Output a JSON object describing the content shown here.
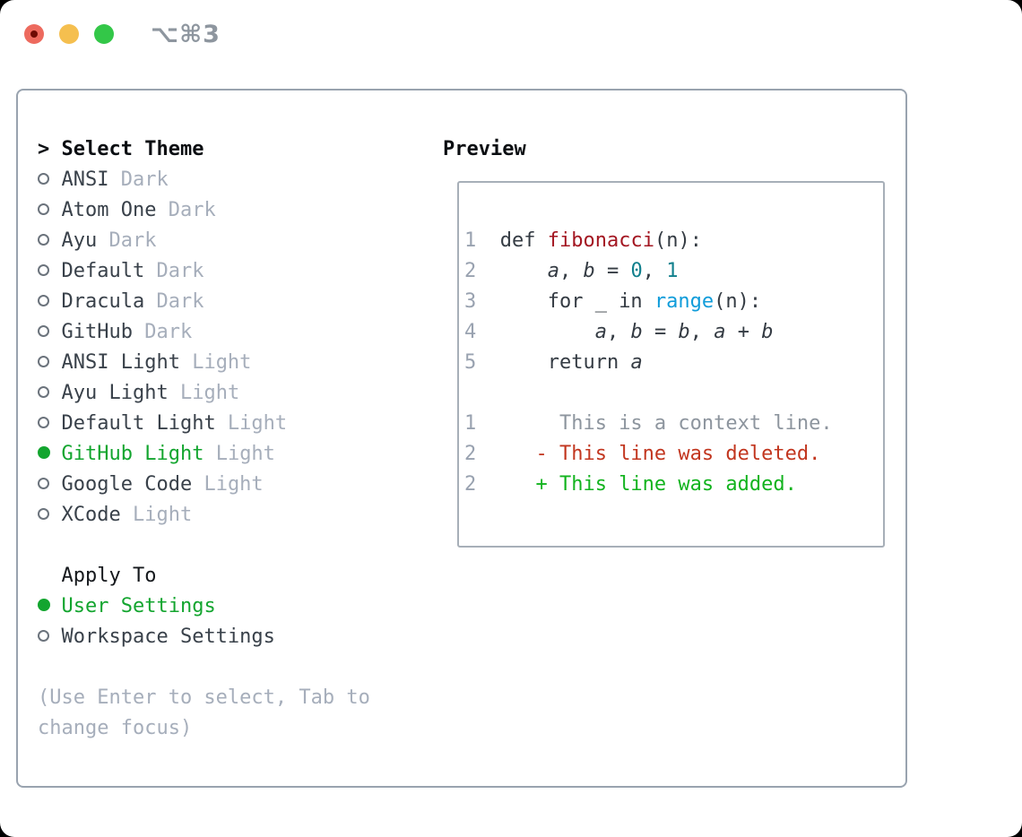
{
  "window": {
    "title": "⌥⌘3",
    "buttons": [
      {
        "name": "close",
        "color": "#ed6a5e"
      },
      {
        "name": "minimize",
        "color": "#f5bf4f"
      },
      {
        "name": "zoom",
        "color": "#33c748"
      }
    ]
  },
  "left": {
    "header": {
      "marker": ">",
      "label": "Select Theme"
    },
    "themes": [
      {
        "name": "ANSI",
        "variant": "Dark",
        "selected": false
      },
      {
        "name": "Atom One",
        "variant": "Dark",
        "selected": false
      },
      {
        "name": "Ayu",
        "variant": "Dark",
        "selected": false
      },
      {
        "name": "Default",
        "variant": "Dark",
        "selected": false
      },
      {
        "name": "Dracula",
        "variant": "Dark",
        "selected": false
      },
      {
        "name": "GitHub",
        "variant": "Dark",
        "selected": false
      },
      {
        "name": "ANSI Light",
        "variant": "Light",
        "selected": false
      },
      {
        "name": "Ayu Light",
        "variant": "Light",
        "selected": false
      },
      {
        "name": "Default Light",
        "variant": "Light",
        "selected": false
      },
      {
        "name": "GitHub Light",
        "variant": "Light",
        "selected": true
      },
      {
        "name": "Google Code",
        "variant": "Light",
        "selected": false
      },
      {
        "name": "XCode",
        "variant": "Light",
        "selected": false
      }
    ],
    "apply_to": {
      "label": "Apply To",
      "options": [
        {
          "name": "User Settings",
          "selected": true
        },
        {
          "name": "Workspace Settings",
          "selected": false
        }
      ]
    },
    "hint_lines": [
      "(Use Enter to select, Tab to",
      "change focus)"
    ]
  },
  "preview": {
    "label": "Preview",
    "lines": [
      {
        "kind": "code",
        "num": "1",
        "segs": [
          [
            "  def ",
            "plain"
          ],
          [
            "fibonacci",
            "function"
          ],
          [
            "(n):",
            "plain"
          ]
        ]
      },
      {
        "kind": "code",
        "num": "2",
        "segs": [
          [
            "      ",
            "plain"
          ],
          [
            "a",
            "variable"
          ],
          [
            ", ",
            "plain"
          ],
          [
            "b",
            "variable"
          ],
          [
            " = ",
            "plain"
          ],
          [
            "0",
            "number"
          ],
          [
            ", ",
            "plain"
          ],
          [
            "1",
            "number"
          ]
        ]
      },
      {
        "kind": "code",
        "num": "3",
        "segs": [
          [
            "      for _ in ",
            "plain"
          ],
          [
            "range",
            "builtin"
          ],
          [
            "(n):",
            "plain"
          ]
        ]
      },
      {
        "kind": "code",
        "num": "4",
        "segs": [
          [
            "          ",
            "plain"
          ],
          [
            "a",
            "variable"
          ],
          [
            ", ",
            "plain"
          ],
          [
            "b",
            "variable"
          ],
          [
            " = ",
            "plain"
          ],
          [
            "b",
            "variable"
          ],
          [
            ", ",
            "plain"
          ],
          [
            "a",
            "variable"
          ],
          [
            " + ",
            "plain"
          ],
          [
            "b",
            "variable"
          ]
        ]
      },
      {
        "kind": "code",
        "num": "5",
        "segs": [
          [
            "      return ",
            "plain"
          ],
          [
            "a",
            "variable"
          ]
        ]
      },
      {
        "kind": "blank",
        "num": "",
        "segs": []
      },
      {
        "kind": "context",
        "num": "1",
        "segs": [
          [
            "       This is a context line.",
            "context"
          ]
        ]
      },
      {
        "kind": "deleted",
        "num": "2",
        "segs": [
          [
            "     - This line was deleted.",
            "deleted"
          ]
        ]
      },
      {
        "kind": "added",
        "num": "2",
        "segs": [
          [
            "     + This line was added.",
            "added"
          ]
        ]
      }
    ]
  },
  "colors": {
    "accent_green": "#13a52f",
    "added_green": "#12b31e",
    "deleted_red": "#c2361f",
    "function_red": "#a31621",
    "number_teal": "#11808d",
    "builtin_blue": "#0f9cda",
    "muted_gray": "#a6aebb",
    "text_dark": "#343b43",
    "panel_border": "#99a3af",
    "traffic_red": "#ed6a5e",
    "traffic_yellow": "#f5bf4f",
    "traffic_green": "#33c748"
  }
}
